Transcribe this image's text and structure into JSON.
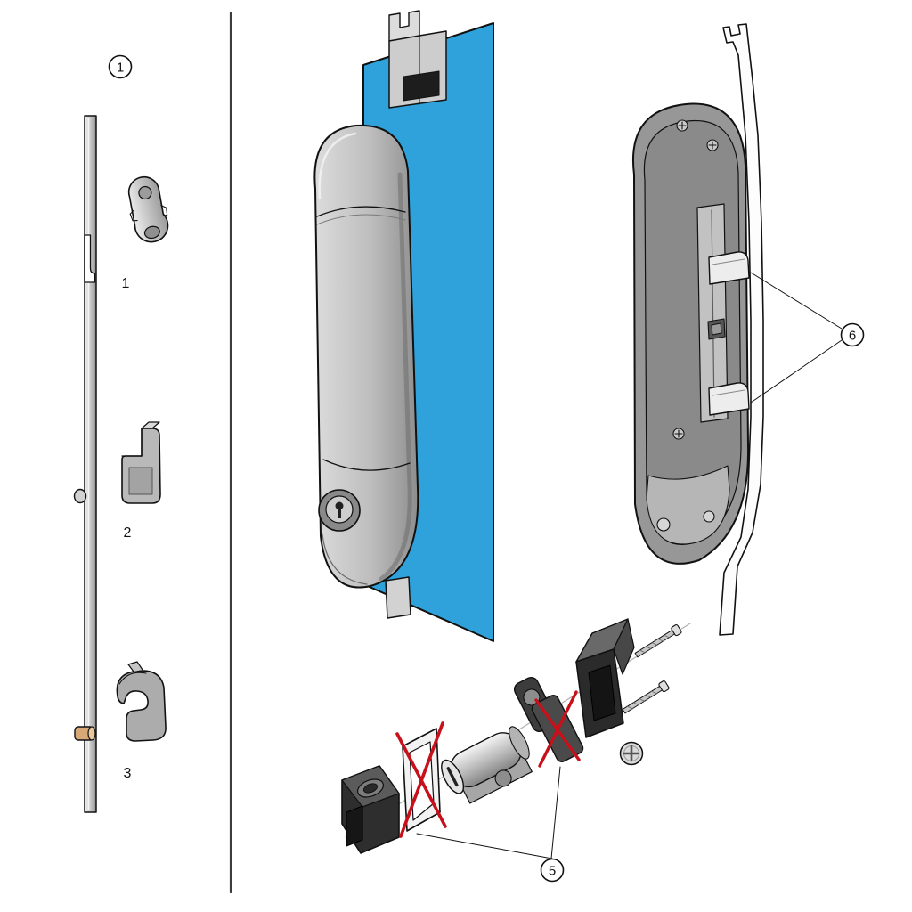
{
  "diagram": {
    "callout_1": "1",
    "callout_5": "5",
    "callout_6": "6",
    "item_labels": {
      "item1": "1",
      "item2": "2",
      "item3": "3"
    },
    "colors": {
      "panel_blue": "#2FA2DB",
      "cross_red": "#C8101A",
      "pin_tan": "#D9A877"
    }
  }
}
